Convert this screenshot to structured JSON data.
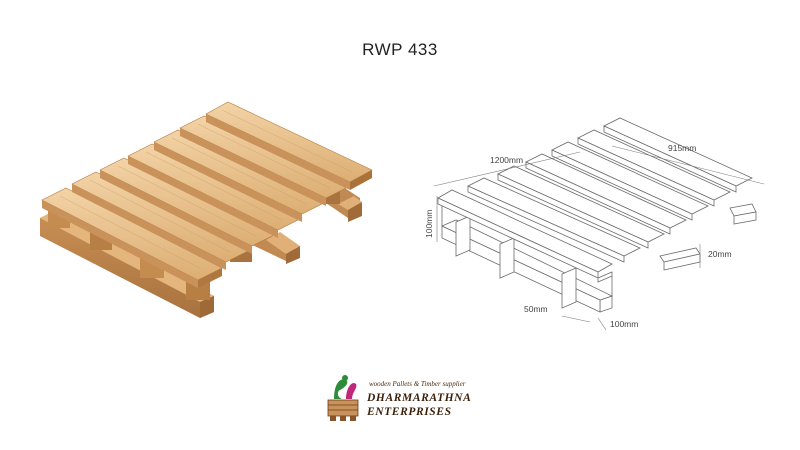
{
  "page": {
    "title": "RWP 433"
  },
  "drawing": {
    "dims": {
      "length": "915mm",
      "width": "1200mm",
      "height": "100mm",
      "deck_thickness": "20mm",
      "block_width": "50mm",
      "block_length": "100mm"
    }
  },
  "logo": {
    "tagline": "wooden Pallets & Timber supplier",
    "name_line1": "DHARMARATHNA",
    "name_line2": "ENTERPRISES",
    "colors": {
      "green": "#2e8b3a",
      "magenta": "#c0287a",
      "brown": "#5a3416"
    }
  },
  "colors": {
    "wood_light": "#e9c28f",
    "wood_mid": "#d9a96c",
    "wood_dark": "#b98048",
    "line": "#6b6b6b"
  }
}
